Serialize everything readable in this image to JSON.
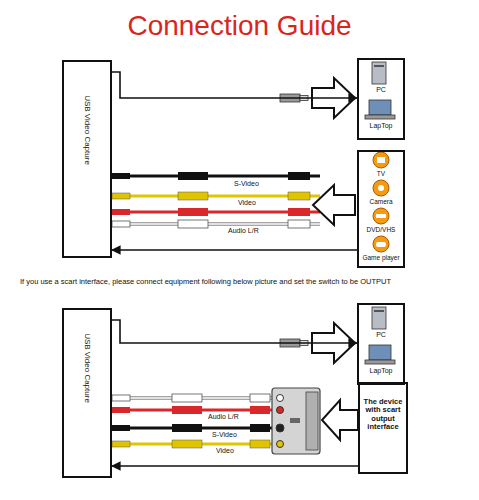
{
  "diagram": {
    "title": "Connection Guide",
    "nodes": [
      {
        "text": [
          "USB Video Capture"
        ]
      },
      {
        "text": [
          "PC",
          "LapTop"
        ]
      },
      {
        "text": [
          "TV",
          "Camera",
          "DVD/VHS",
          "Game player"
        ]
      },
      {
        "text": [
          "USB Video Capture"
        ]
      },
      {
        "text": [
          "PC",
          "LapTop"
        ]
      },
      {
        "text": [
          "The device with scart output interface"
        ]
      }
    ],
    "edges": [
      {
        "from": 0,
        "to": 1,
        "arrow": "to"
      },
      {
        "from": 2,
        "to": 0,
        "arrow": "to"
      },
      {
        "from": 3,
        "to": 4,
        "arrow": "to"
      },
      {
        "from": 5,
        "to": 3,
        "arrow": "to"
      }
    ],
    "labels": [
      "S-Video",
      "Video",
      "Audio L/R",
      "If you use a scart interface, please connect equipment following below picture and set the switch to be OUTPUT",
      "Audio L/R",
      "S-Video",
      "Video"
    ]
  }
}
